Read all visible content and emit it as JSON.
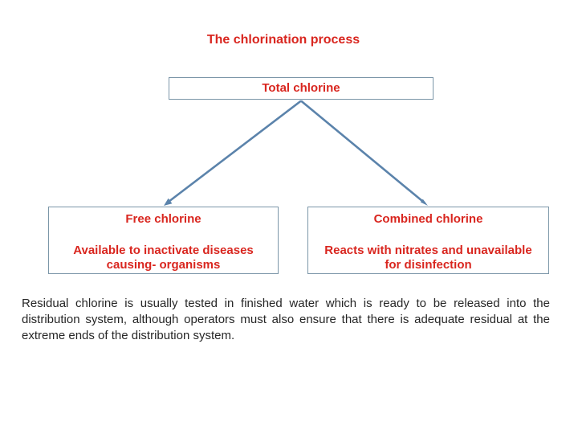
{
  "title": "The chlorination process",
  "diagram": {
    "root": {
      "label": "Total chlorine"
    },
    "children": [
      {
        "label": "Free chlorine",
        "description_lines": [
          "Available to inactivate diseases",
          "causing- organisms"
        ]
      },
      {
        "label": "Combined chlorine",
        "description_lines": [
          "Reacts with nitrates and unavailable",
          "for disinfection"
        ]
      }
    ]
  },
  "paragraph": "Residual chlorine is usually tested in finished water which is ready to be released into the distribution system, although operators must also ensure that there is adequate residual at the extreme ends of the distribution system.",
  "colors": {
    "accent_red": "#d9261f",
    "connector_blue": "#5b83ab",
    "box_border": "#7b96a8",
    "text_dark": "#262626"
  }
}
